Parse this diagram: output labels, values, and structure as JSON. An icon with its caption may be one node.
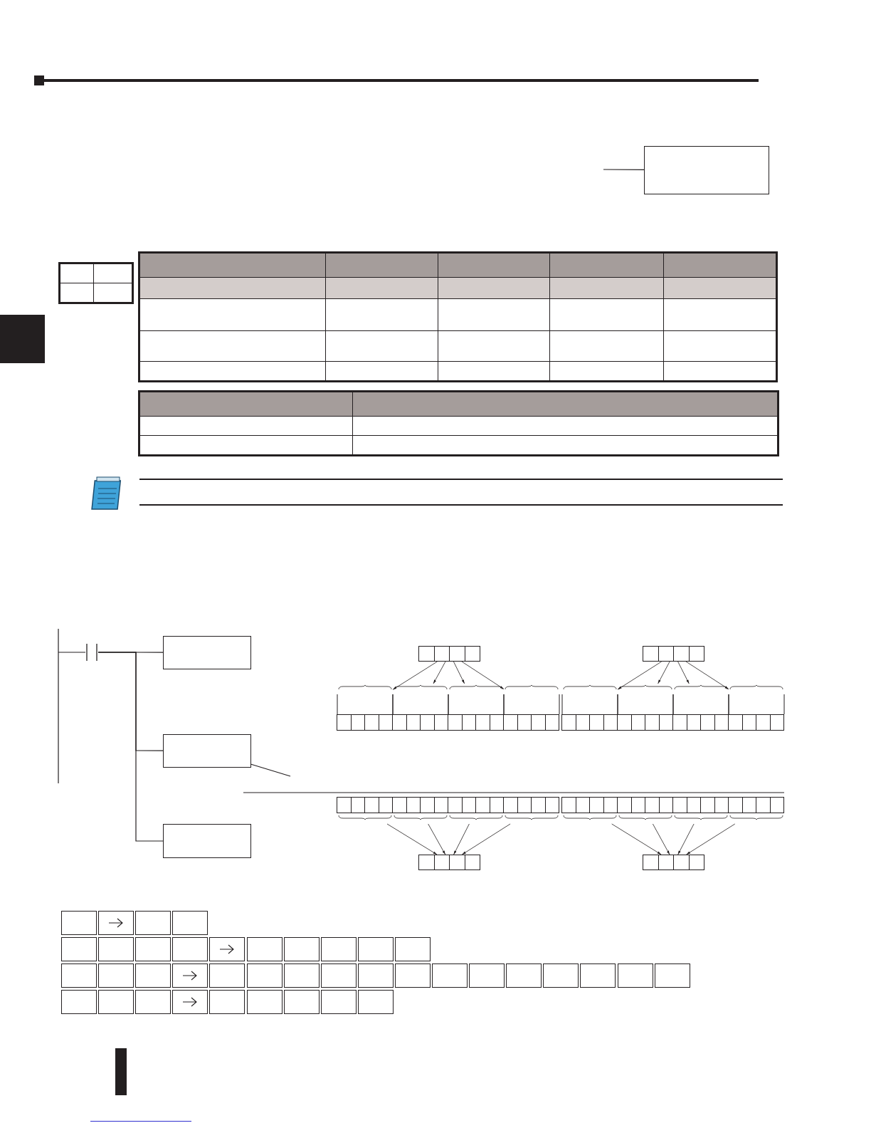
{
  "diagram": {
    "nodes": [
      {
        "text": [],
        "shape": "box"
      },
      {
        "text": [],
        "shape": "contact"
      },
      {
        "text": [],
        "shape": "box"
      },
      {
        "text": [],
        "shape": "box"
      },
      {
        "text": [],
        "shape": "box"
      },
      {
        "text": [],
        "shape": "register"
      },
      {
        "text": [],
        "shape": "bar"
      },
      {
        "text": [],
        "shape": "bar"
      },
      {
        "text": [],
        "shape": "bar"
      },
      {
        "text": [],
        "shape": "bar"
      },
      {
        "text": [],
        "shape": "register"
      },
      {
        "text": [],
        "shape": "bar"
      },
      {
        "text": [],
        "shape": "bar"
      },
      {
        "text": [],
        "shape": "bar"
      },
      {
        "text": [],
        "shape": "bar"
      },
      {
        "text": [],
        "shape": "bar"
      },
      {
        "text": [],
        "shape": "bar"
      },
      {
        "text": [],
        "shape": "bar"
      },
      {
        "text": [],
        "shape": "bar"
      },
      {
        "text": [],
        "shape": "register"
      },
      {
        "text": [],
        "shape": "bar"
      },
      {
        "text": [],
        "shape": "bar"
      },
      {
        "text": [],
        "shape": "bar"
      },
      {
        "text": [],
        "shape": "bar"
      },
      {
        "text": [],
        "shape": "register"
      }
    ],
    "edges": [
      {
        "from": null,
        "to": 0,
        "arrow": "none"
      },
      {
        "from": 1,
        "to": 2,
        "arrow": "none"
      },
      {
        "from": 1,
        "to": 3,
        "arrow": "none"
      },
      {
        "from": 1,
        "to": 4,
        "arrow": "none"
      },
      {
        "from": 3,
        "to": null,
        "arrow": "none"
      },
      {
        "from": 5,
        "to": 6,
        "arrow": "to"
      },
      {
        "from": 5,
        "to": 7,
        "arrow": "to"
      },
      {
        "from": 5,
        "to": 8,
        "arrow": "to"
      },
      {
        "from": 5,
        "to": 9,
        "arrow": "to"
      },
      {
        "from": 10,
        "to": 11,
        "arrow": "to"
      },
      {
        "from": 10,
        "to": 12,
        "arrow": "to"
      },
      {
        "from": 10,
        "to": 13,
        "arrow": "to"
      },
      {
        "from": 10,
        "to": 14,
        "arrow": "to"
      },
      {
        "from": 15,
        "to": 19,
        "arrow": "to"
      },
      {
        "from": 16,
        "to": 19,
        "arrow": "to"
      },
      {
        "from": 17,
        "to": 19,
        "arrow": "to"
      },
      {
        "from": 18,
        "to": 19,
        "arrow": "to"
      },
      {
        "from": 20,
        "to": 24,
        "arrow": "to"
      },
      {
        "from": 21,
        "to": 24,
        "arrow": "to"
      },
      {
        "from": 22,
        "to": 24,
        "arrow": "to"
      },
      {
        "from": 23,
        "to": 24,
        "arrow": "to"
      }
    ]
  }
}
